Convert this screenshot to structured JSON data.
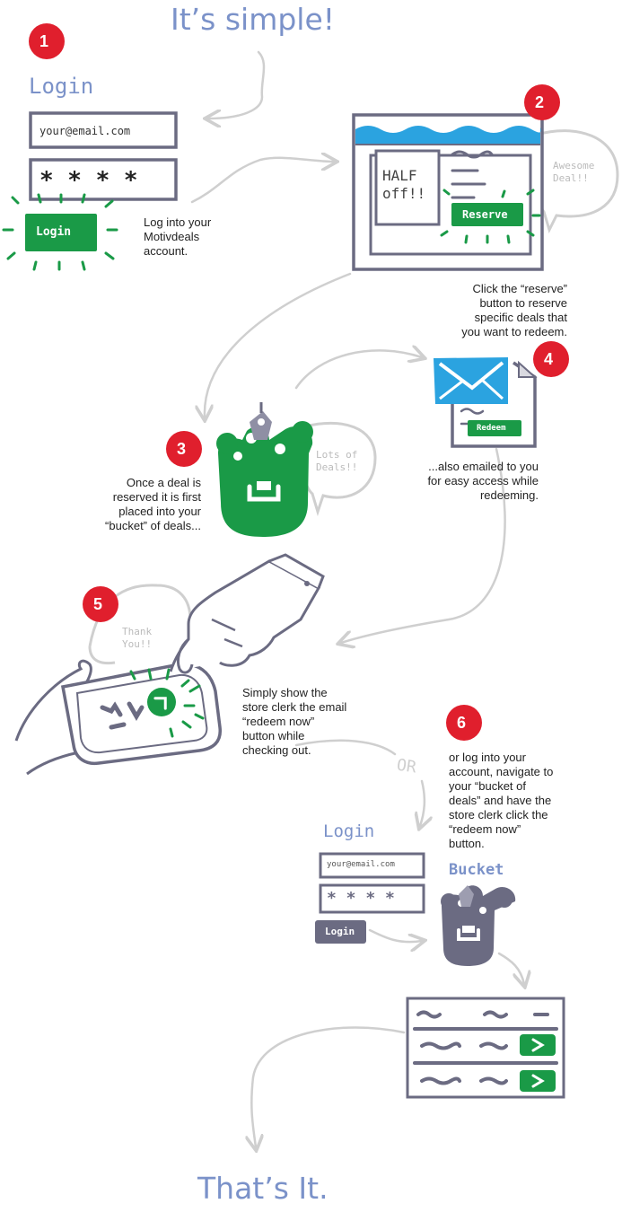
{
  "headings": {
    "title": "It’s simple!",
    "footer": "That’s It."
  },
  "steps": {
    "s1": {
      "number": "1",
      "heading": "Login",
      "email_placeholder": "your@email.com",
      "password_mask": "* * * *",
      "button": "Login",
      "caption": [
        "Log into your",
        "Motivdeals",
        "account."
      ]
    },
    "s2": {
      "number": "2",
      "card_text": [
        "HALF",
        "off!!"
      ],
      "button": "Reserve",
      "bubble": [
        "Awesome",
        "Deal!!"
      ],
      "caption": [
        "Click the “reserve”",
        "button to reserve",
        "specific deals that",
        "you want to redeem."
      ]
    },
    "s3": {
      "number": "3",
      "bubble": [
        "Lots of",
        "Deals!!"
      ],
      "caption": [
        "Once a deal is",
        "reserved it is first",
        "placed into your",
        "“bucket” of deals..."
      ]
    },
    "s4": {
      "number": "4",
      "button": "Redeem",
      "caption": [
        "...also emailed to you",
        "for easy access while",
        "redeeming."
      ]
    },
    "s5": {
      "number": "5",
      "bubble": [
        "Thank",
        "You!!"
      ],
      "caption": [
        "Simply show the",
        "store clerk the email",
        "“redeem now”",
        "button while",
        "checking out."
      ]
    },
    "s6": {
      "number": "6",
      "or": "OR",
      "heading": "Login",
      "email_placeholder": "your@email.com",
      "password_mask": "* * * *",
      "button": "Login",
      "bucket_label": "Bucket",
      "caption": [
        "or log into your",
        "account, navigate to",
        "your “bucket of",
        "deals” and have the",
        "store clerk click the",
        "“redeem now”",
        "button."
      ]
    }
  },
  "colors": {
    "green": "#1a9a47",
    "red": "#e01f2d",
    "blue_title": "#7b92c9",
    "slate": "#6b6b82",
    "gray_arrow": "#cfcfcf",
    "cyan": "#2ba3e0"
  }
}
